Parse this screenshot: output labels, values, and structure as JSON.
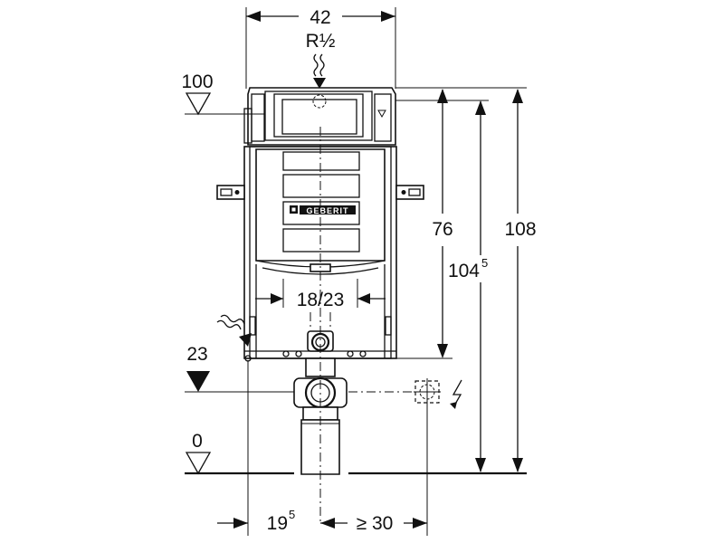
{
  "dimensions": {
    "top_width": "42",
    "connection": "R½",
    "level_100": "100",
    "level_23": "23",
    "level_0": "0",
    "height_76": "76",
    "height_104_main": "104",
    "height_104_sup": "5",
    "height_108": "108",
    "flush_spacing": "18/23",
    "offset_19_main": "19",
    "offset_19_sup": "5",
    "offset_30": "≥ 30"
  },
  "brand": {
    "logo_text": "GEBERIT"
  },
  "icons": {
    "water_supply": "water-supply-wavy-arrow-icon",
    "drain": "drain-wavy-arrow-icon",
    "electric": "electric-bolt-icon",
    "socket": "electric-socket-icon"
  }
}
